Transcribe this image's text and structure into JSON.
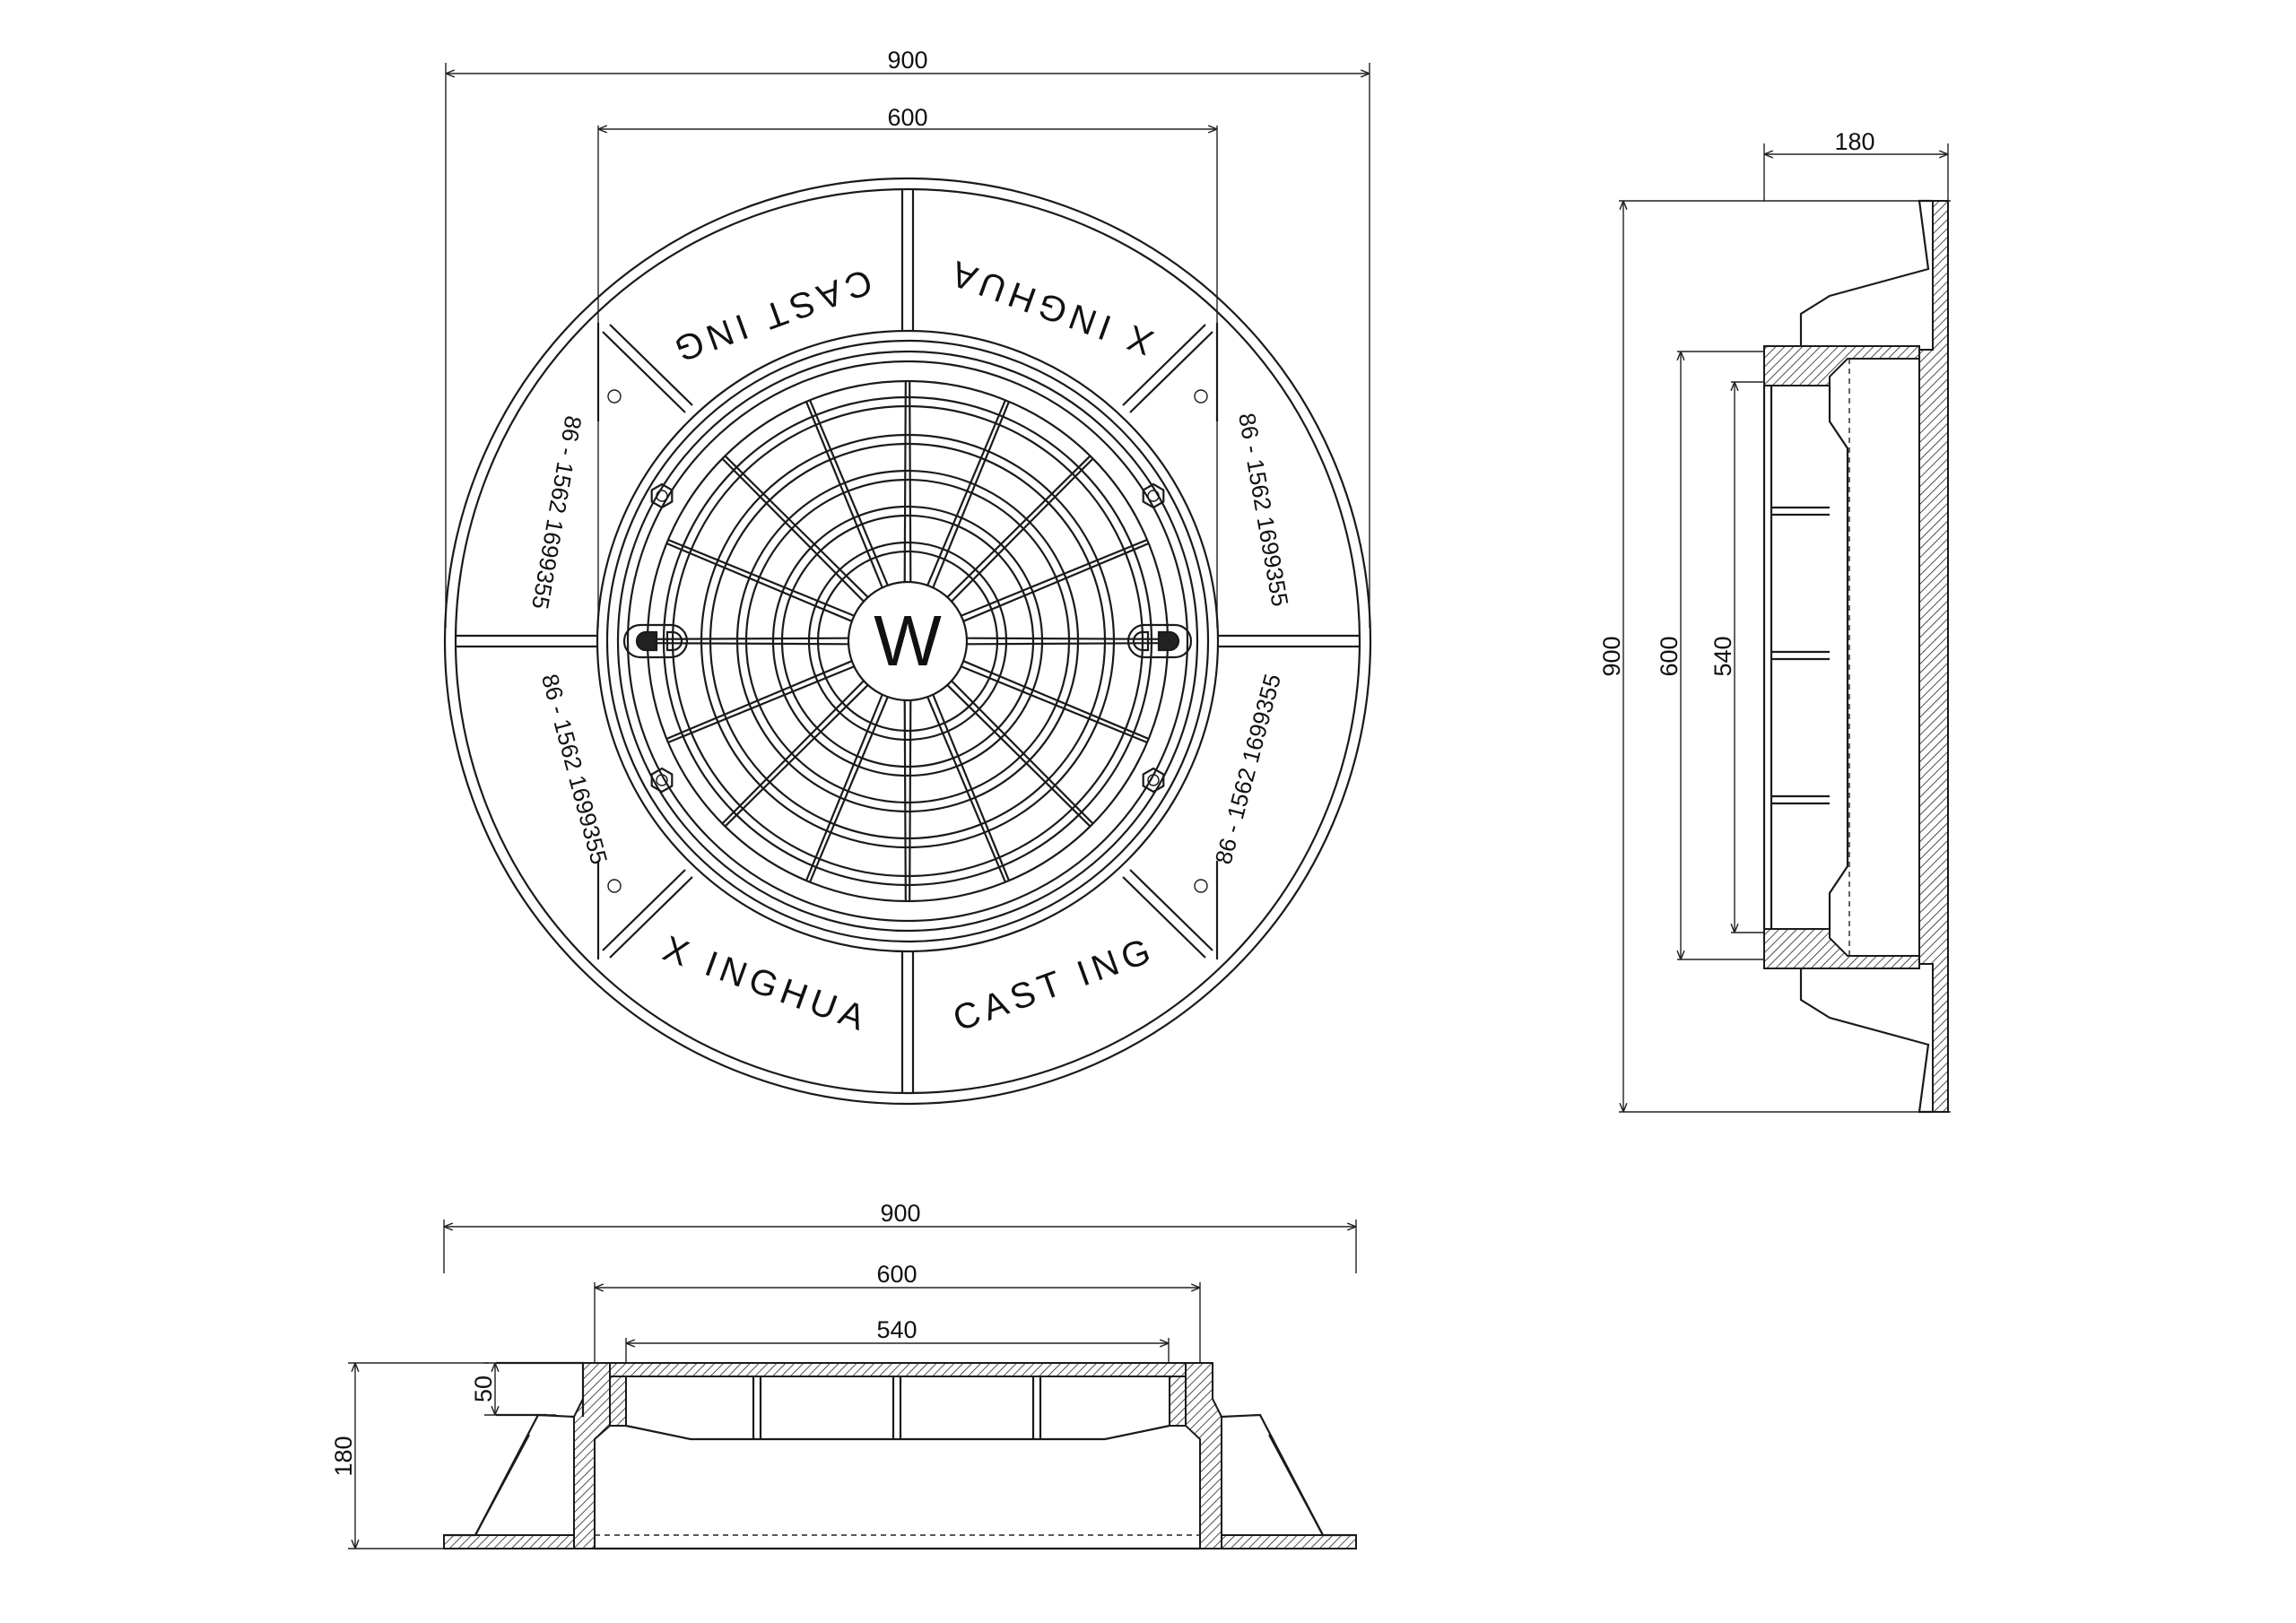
{
  "plan_view": {
    "dim_outer": "900",
    "dim_opening": "600",
    "logo_letter": "W",
    "ring_text": {
      "top_left": "CAST ING",
      "top_right": "X INGHUA",
      "bottom_left": "X INGHUA",
      "bottom_right": "CAST ING"
    },
    "phone_text": "86 - 1562 1699355"
  },
  "side_view": {
    "dim_height": "180",
    "dim_outer": "900",
    "dim_opening": "600",
    "dim_cover": "540"
  },
  "section_view": {
    "dim_outer": "900",
    "dim_opening": "600",
    "dim_cover": "540",
    "dim_height": "180",
    "dim_lip": "50"
  }
}
